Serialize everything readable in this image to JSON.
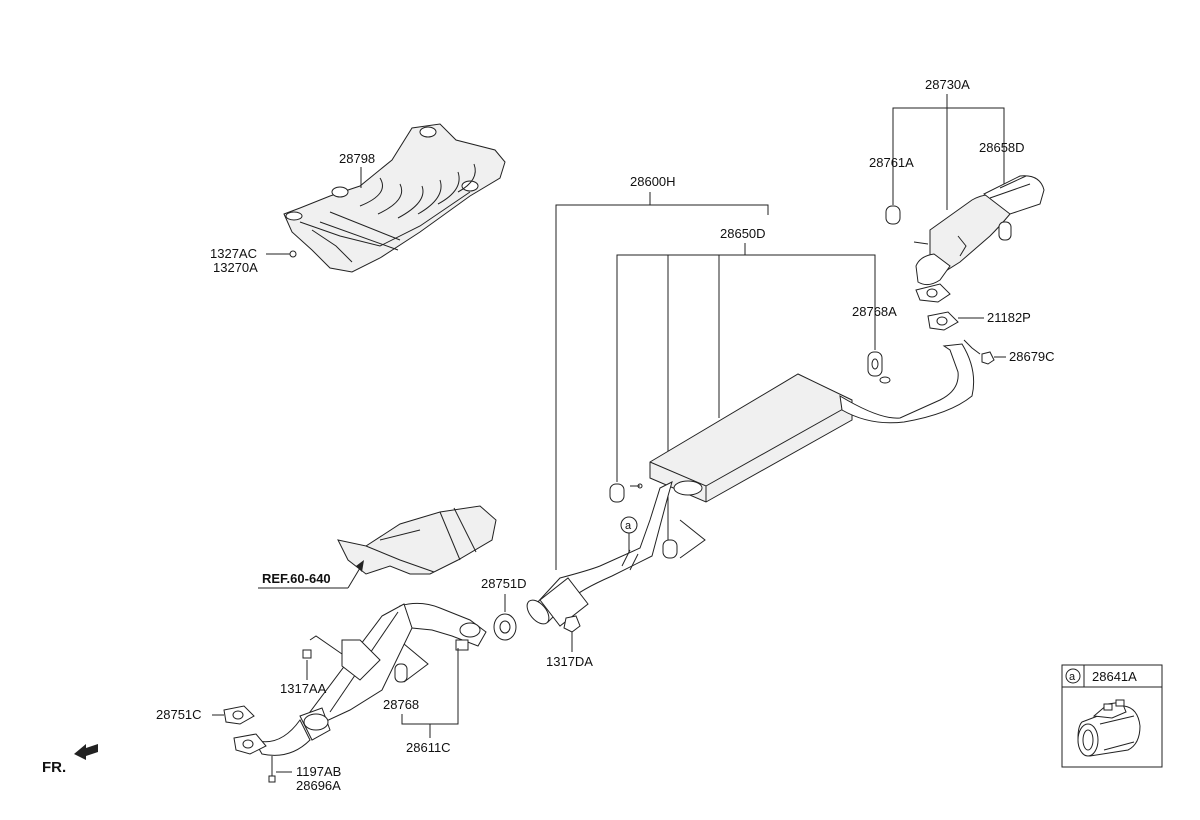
{
  "labels": {
    "l28798": "28798",
    "l1327AC": "1327AC",
    "l13270A": "13270A",
    "l28600H": "28600H",
    "l28650D": "28650D",
    "l28730A": "28730A",
    "l28761A": "28761A",
    "l28658D": "28658D",
    "l28768A": "28768A",
    "l21182P": "21182P",
    "l28679C": "28679C",
    "l28751D": "28751D",
    "l1317DA": "1317DA",
    "l1317AA": "1317AA",
    "l28768": "28768",
    "l28611C": "28611C",
    "l28751C": "28751C",
    "l1197AB": "1197AB",
    "l28696A": "28696A",
    "ref": "REF.60-640",
    "fr": "FR.",
    "callout_a": "a",
    "inset_a": "a",
    "inset_part": "28641A"
  }
}
